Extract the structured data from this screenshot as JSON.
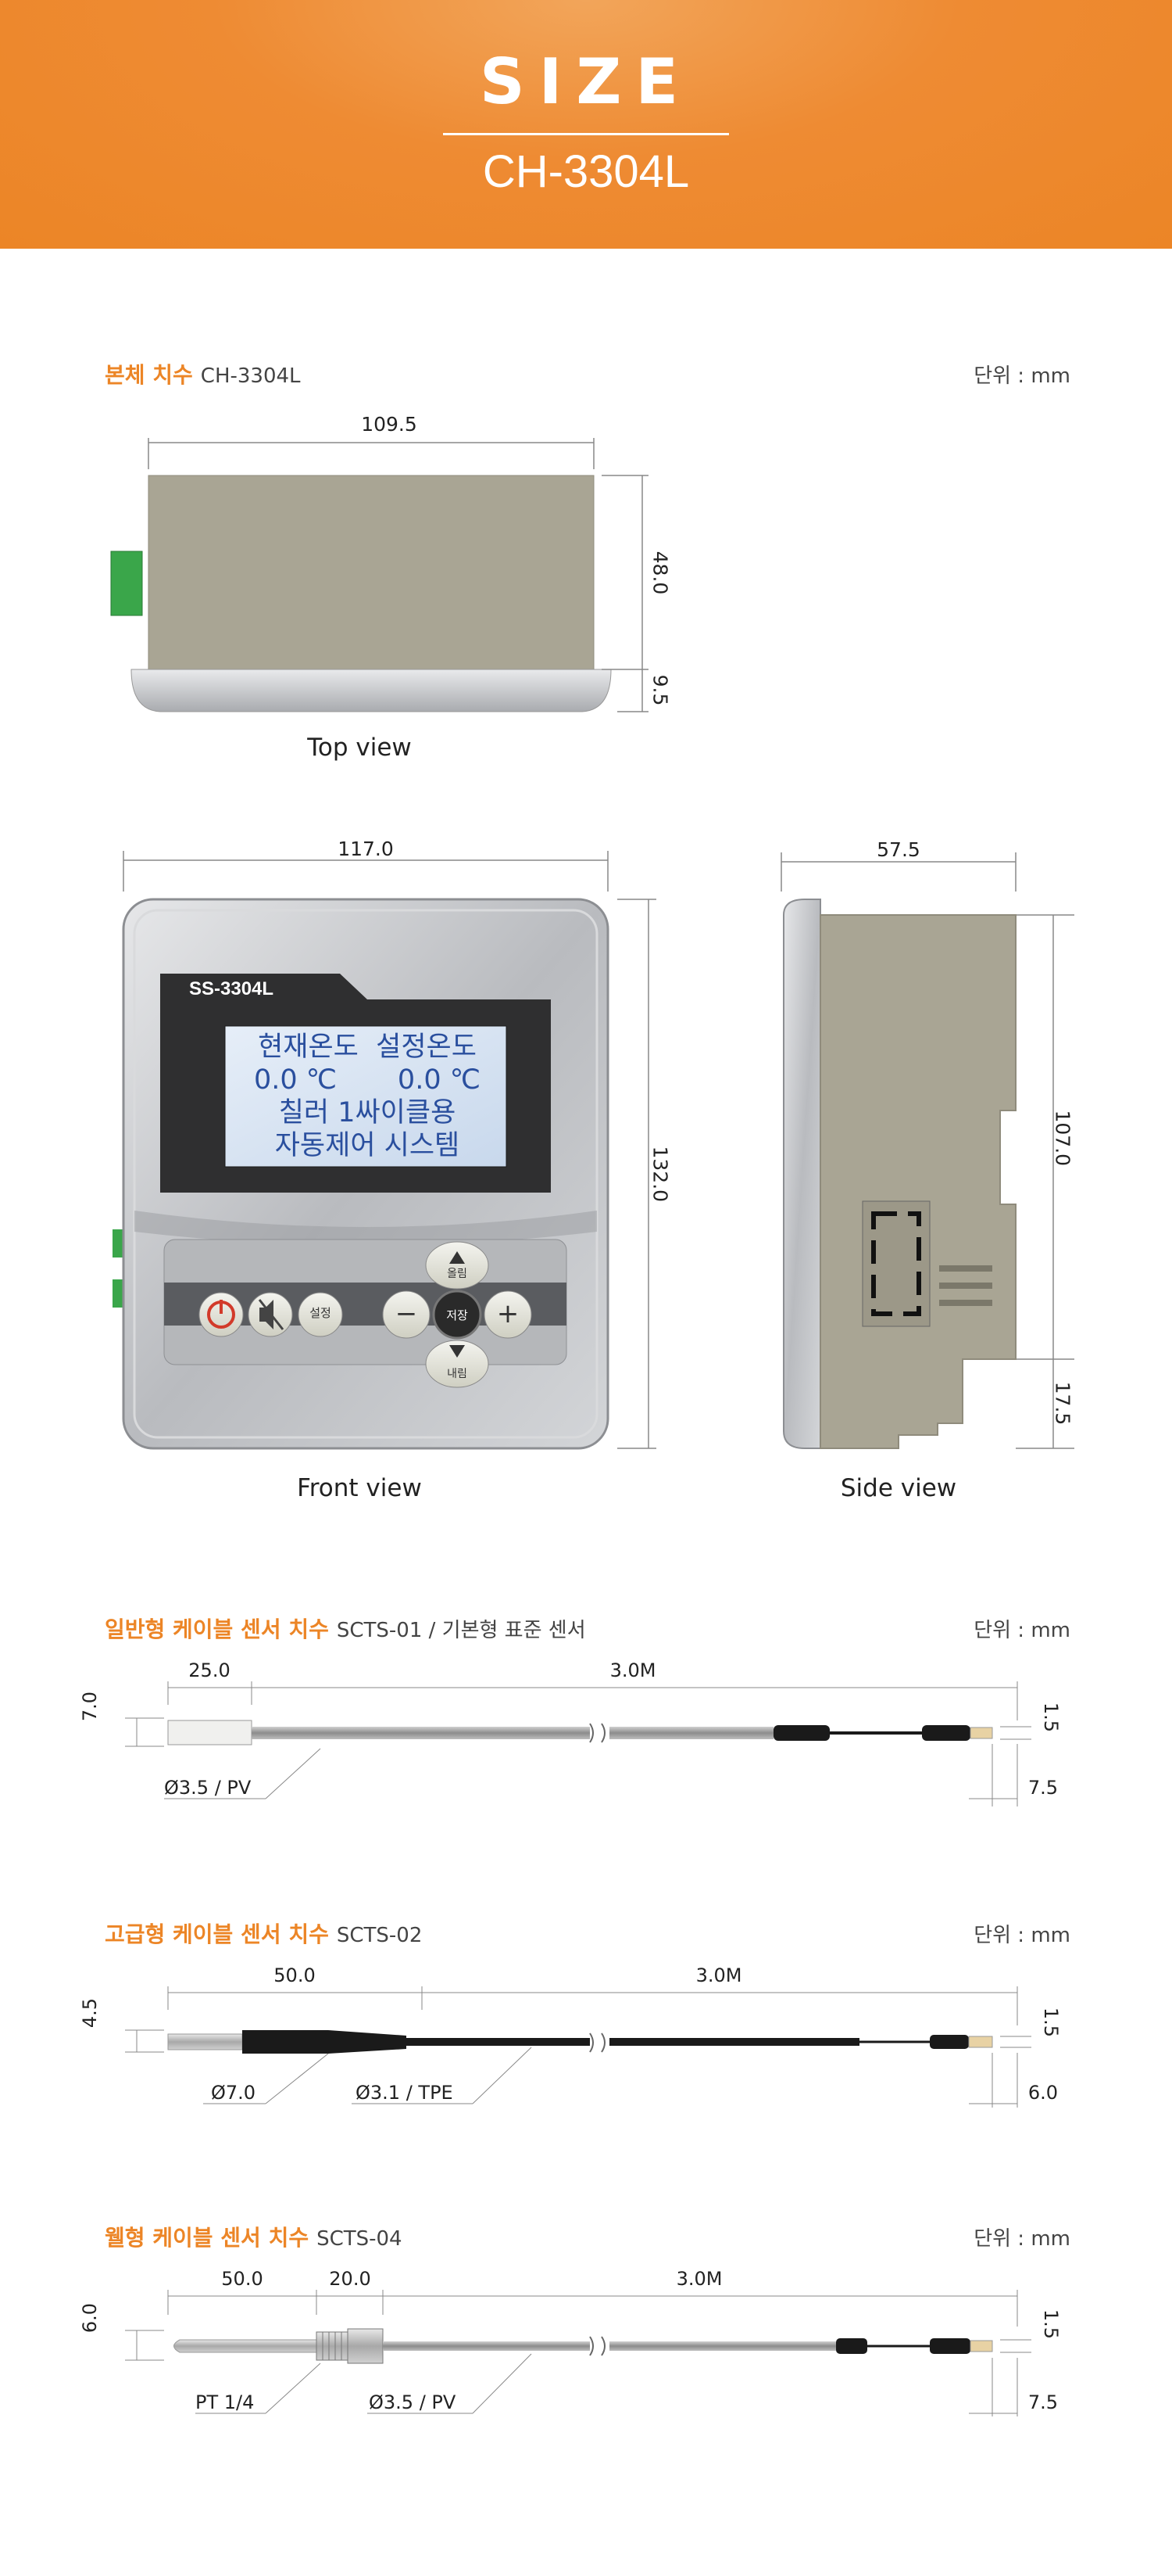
{
  "banner": {
    "title": "SIZE",
    "model": "CH-3304L"
  },
  "body_section": {
    "heading": "본체 치수",
    "model": "CH-3304L",
    "unit": "단위 : mm"
  },
  "top_view": {
    "caption": "Top view",
    "width": "109.5",
    "height": "48.0",
    "lip": "9.5"
  },
  "front_view": {
    "caption": "Front view",
    "width": "117.0",
    "height": "132.0",
    "device_label": "SS-3304L",
    "lcd_lines": [
      "현재온도  설정온도",
      "0.0 ℃       0.0 ℃",
      "칠러 1싸이클용",
      "자동제어 시스템"
    ],
    "buttons": {
      "up": "올림",
      "down": "내림",
      "save": "저장",
      "set": "설정",
      "minus": "−",
      "plus": "+"
    }
  },
  "side_view": {
    "caption": "Side view",
    "width": "57.5",
    "height": "107.0",
    "bottom": "17.5"
  },
  "sensor1": {
    "heading": "일반형 케이블 센서 치수",
    "model": "SCTS-01 / 기본형 표준 센서",
    "unit": "단위 : mm",
    "dims": {
      "height": "7.0",
      "probe": "25.0",
      "cable": "3.0M",
      "tip": "1.5",
      "end": "7.5",
      "diameter": "Ø3.5 / PV"
    }
  },
  "sensor2": {
    "heading": "고급형 케이블 센서 치수",
    "model": "SCTS-02",
    "unit": "단위 : mm",
    "dims": {
      "height": "4.5",
      "probe": "50.0",
      "cable": "3.0M",
      "tip": "1.5",
      "end": "6.0",
      "diameter1": "Ø7.0",
      "diameter2": "Ø3.1 / TPE"
    }
  },
  "sensor3": {
    "heading": "웰형 케이블 센서 치수",
    "model": "SCTS-04",
    "unit": "단위 : mm",
    "dims": {
      "height": "6.0",
      "probe": "50.0",
      "thread": "20.0",
      "cable": "3.0M",
      "tip": "1.5",
      "end": "7.5",
      "fitting": "PT 1/4",
      "diameter": "Ø3.5 / PV"
    }
  },
  "colors": {
    "accent": "#ec8526",
    "housing": "#a9a594",
    "silver": "#c4c6c9",
    "lcd": "#d8e6f5",
    "connector": "#3aa64a"
  }
}
